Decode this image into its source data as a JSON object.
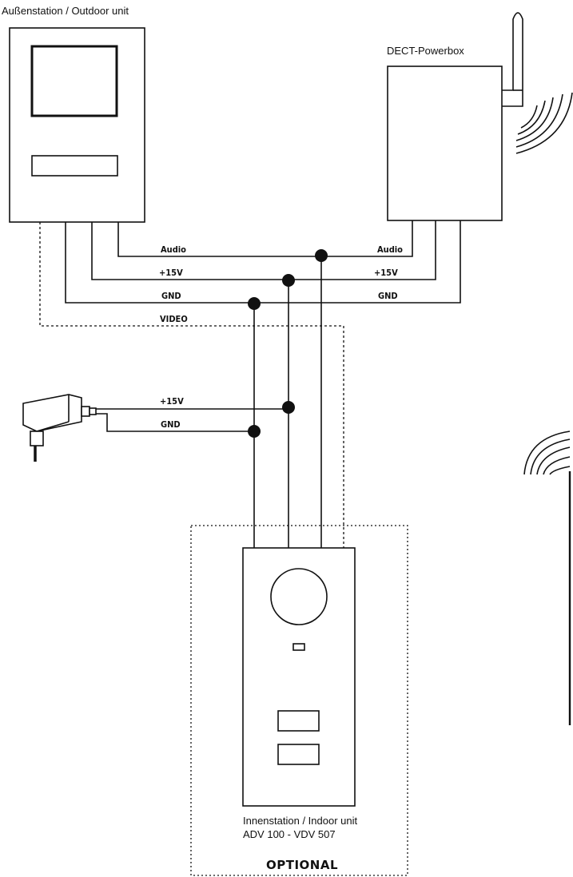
{
  "labels": {
    "outdoor_unit": "Außenstation / Outdoor unit",
    "powerbox": "DECT-Powerbox",
    "indoor_unit_line1": "Innenstation / Indoor unit",
    "indoor_unit_line2": "ADV 100 - VDV 507",
    "optional": "OPTIONAL"
  },
  "wires": {
    "audio_left": "Audio",
    "audio_right": "Audio",
    "p15v_left": "+15V",
    "p15v_right": "+15V",
    "gnd_left": "GND",
    "gnd_right": "GND",
    "video": "VIDEO",
    "adapter_p15v": "+15V",
    "adapter_gnd": "GND"
  },
  "icons": [
    "outdoor-unit-icon",
    "powerbox-icon",
    "antenna-icon",
    "wireless-signal-icon",
    "power-adapter-icon",
    "indoor-unit-icon",
    "handset-icon"
  ]
}
